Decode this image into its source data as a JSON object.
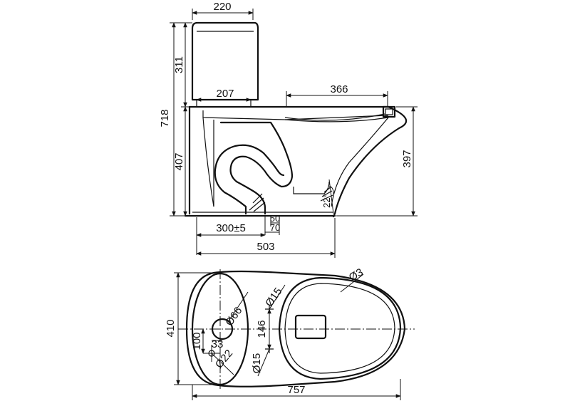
{
  "side_view": {
    "dim_tank_width": "220",
    "dim_tank_height": "311",
    "dim_overall_height": "718",
    "dim_bowl_height": "407",
    "dim_tank_depth": "207",
    "dim_seat_length": "366",
    "dim_rim_height": "397",
    "dim_angle": "22°",
    "dim_outlet_50": "50",
    "dim_outlet_70": "70",
    "dim_rough_in": "300±5",
    "dim_base_length": "503"
  },
  "top_view": {
    "dim_width": "410",
    "dim_total_length": "757",
    "dim_hole_66": "Ø66",
    "dim_hole_15_top": "Ø15",
    "dim_hole_15_bottom": "Ø15",
    "dim_spacing_146": "146",
    "dim_offset_100": "100",
    "dim_offset_33": "33",
    "dim_hole_22": "Ø22",
    "dim_hole_3": "Ø3"
  }
}
